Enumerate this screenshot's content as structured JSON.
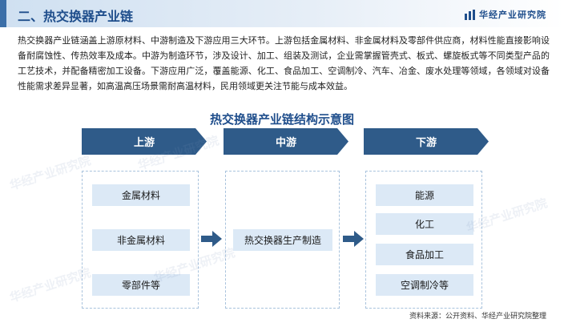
{
  "header": {
    "section_title": "二、热交换器产业链",
    "brand_name": "华经产业研究院"
  },
  "intro_text": "热交换器产业链涵盖上游原材料、中游制造及下游应用三大环节。上游包括金属材料、非金属材料及零部件供应商，材料性能直接影响设备耐腐蚀性、传热效率及成本。中游为制造环节，涉及设计、加工、组装及测试，企业需掌握管壳式、板式、螺旋板式等不同类型产品的工艺技术，并配备精密加工设备。下游应用广泛，覆盖能源、化工、食品加工、空调制冷、汽车、冶金、废水处理等领域，各领域对设备性能需求差异显著，如高温高压场景需耐高温材料，民用领域更关注节能与成本效益。",
  "diagram": {
    "title": "热交换器产业链结构示意图",
    "stages": {
      "upstream": {
        "label": "上游",
        "items": [
          "金属材料",
          "非金属材料",
          "零部件等"
        ]
      },
      "midstream": {
        "label": "中游",
        "items": [
          "热交换器生产制造"
        ]
      },
      "downstream": {
        "label": "下游",
        "items": [
          "能源",
          "化工",
          "食品加工",
          "空调制冷等"
        ]
      }
    }
  },
  "watermark": "华经产业研究院",
  "source_note": "资料来源：公开资料、华经产业研究院整理",
  "colors": {
    "header_blue": "#2f5b89",
    "item_fill": "#dce9f6",
    "title_blue": "#1f4e8c"
  }
}
